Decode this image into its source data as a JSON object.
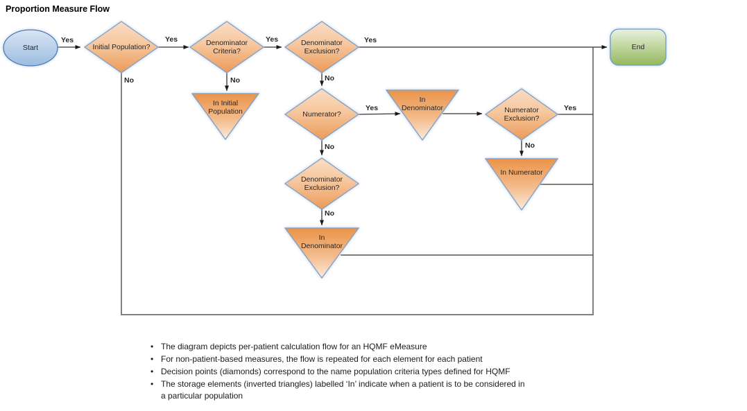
{
  "title": "Proportion Measure Flow",
  "flowchart": {
    "nodes": {
      "start": {
        "label": "Start",
        "type": "start-ellipse"
      },
      "initial_population": {
        "label": "Initial Population?",
        "type": "decision-diamond"
      },
      "denominator_criteria": {
        "label": "Denominator Criteria?",
        "type": "decision-diamond"
      },
      "denominator_exclusion_1": {
        "label": "Denominator Exclusion?",
        "type": "decision-diamond"
      },
      "end": {
        "label": "End",
        "type": "end-rounded-rect"
      },
      "in_initial_population": {
        "label": "In Initial Population",
        "type": "storage-triangle"
      },
      "numerator": {
        "label": "Numerator?",
        "type": "decision-diamond"
      },
      "in_denominator_1": {
        "label": "In Denominator",
        "type": "storage-triangle"
      },
      "numerator_exclusion": {
        "label": "Numerator Exclusion?",
        "type": "decision-diamond"
      },
      "in_numerator": {
        "label": "In Numerator",
        "type": "storage-triangle"
      },
      "denominator_exclusion_2": {
        "label": "Denominator Exclusion?",
        "type": "decision-diamond"
      },
      "in_denominator_2": {
        "label": "In Denominator",
        "type": "storage-triangle"
      }
    },
    "edge_labels": {
      "yes": "Yes",
      "no": "No"
    },
    "colors": {
      "decision_fill_top": "#FADCC3",
      "decision_fill_bottom": "#EB9A58",
      "storage_fill_top": "#EA9449",
      "storage_fill_bottom": "#FBEADB",
      "start_fill_top": "#D2E1F2",
      "start_fill_bottom": "#9DBCDF",
      "end_fill_top": "#E9F2DC",
      "end_fill_bottom": "#95B75D",
      "shape_border_blue": "#7F9FC6",
      "connector_dark": "#333333",
      "connector_gray": "#808080"
    }
  },
  "notes": {
    "items": [
      "The diagram depicts per-patient calculation flow for an HQMF eMeasure",
      "For non-patient-based measures, the flow is repeated for each element for each patient",
      "Decision points (diamonds) correspond to the name population criteria types defined for  HQMF",
      "The storage elements (inverted triangles) labelled ‘In’ indicate when a patient is to be considered in a particular population"
    ]
  }
}
